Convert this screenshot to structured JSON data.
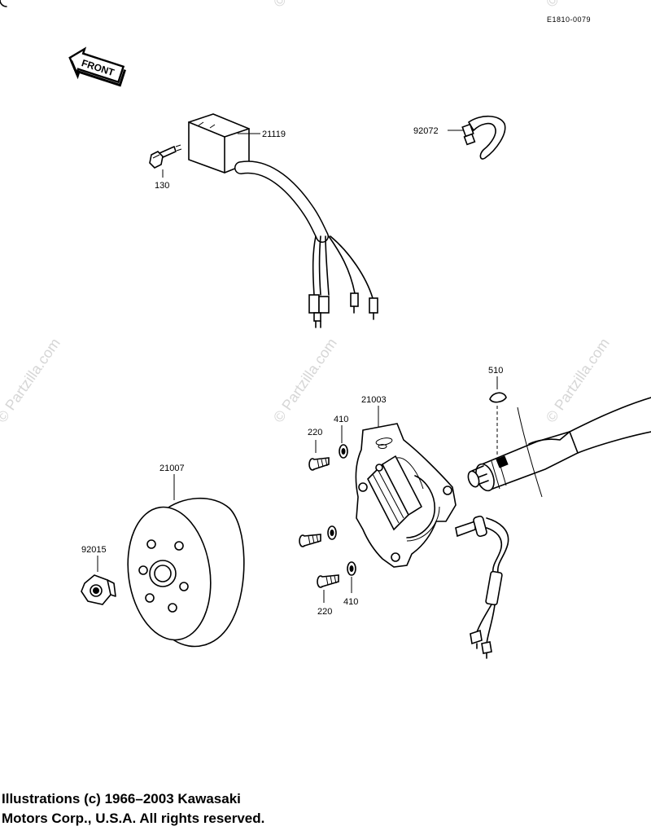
{
  "drawing_code": "E1810-0079",
  "front_badge": "FRONT",
  "watermark": "© Partzilla.com",
  "parts": {
    "p21119": "21119",
    "p130": "130",
    "p92072": "92072",
    "p510": "510",
    "p21003": "21003",
    "p220_top": "220",
    "p410_top": "410",
    "p21007": "21007",
    "p92015": "92015",
    "p220_bot": "220",
    "p410_bot": "410"
  },
  "copyright": {
    "line1": "Illustrations (c) 1966–2003 Kawasaki",
    "line2": "Motors Corp., U.S.A.  All rights reserved."
  }
}
